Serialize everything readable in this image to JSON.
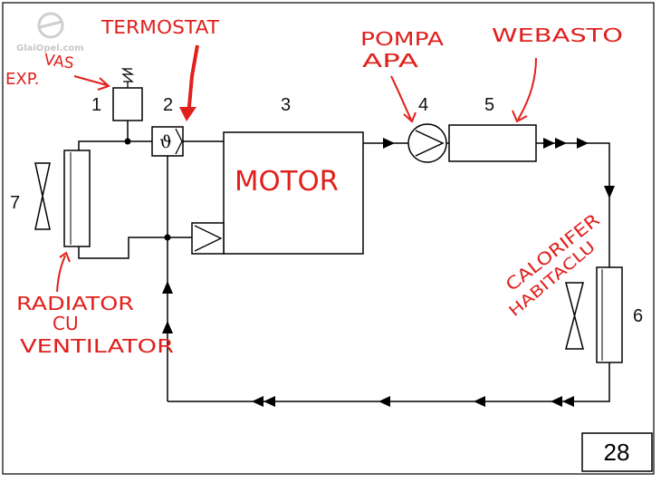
{
  "watermark": {
    "text": "GlaiOpel.com"
  },
  "numbers": {
    "n1": "1",
    "n2": "2",
    "n3": "3",
    "n4": "4",
    "n5": "5",
    "n6": "6",
    "n7": "7"
  },
  "labels": {
    "vas_line1": "VAS",
    "vas_line2": "EXP.",
    "termostat": "TERMOSTAT",
    "pompa_line1": "POMPA",
    "pompa_line2": "APA",
    "webasto": "WEBASTO",
    "motor": "MOTOR",
    "radiator_line1": "RADIATOR",
    "radiator_line2": "CU",
    "radiator_line3": "VENTILATOR",
    "calorifer_line1": "CALORIFER",
    "calorifer_line2": "HABITACLU"
  },
  "page_number": "28",
  "thermostat_symbol": "ϑ",
  "colors": {
    "annotation": "#e0201c",
    "lines": "#000000",
    "frame": "#000000"
  }
}
